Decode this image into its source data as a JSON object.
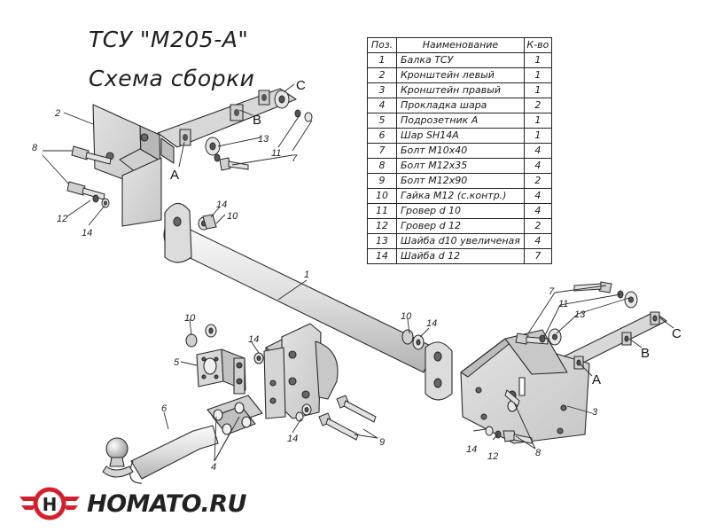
{
  "title": {
    "line1": "ТСУ \"М205-А\"",
    "line2": "Схема сборки"
  },
  "table": {
    "headers": [
      "Поз.",
      "Наименование",
      "К-во"
    ],
    "rows": [
      [
        "1",
        "Балка ТСУ",
        "1"
      ],
      [
        "2",
        "Кронштейн левый",
        "1"
      ],
      [
        "3",
        "Кронштейн правый",
        "1"
      ],
      [
        "4",
        "Прокладка шара",
        "2"
      ],
      [
        "5",
        "Подрозетник А",
        "1"
      ],
      [
        "6",
        "Шар SH14A",
        "1"
      ],
      [
        "7",
        "Болт М10х40",
        "4"
      ],
      [
        "8",
        "Болт М12х35",
        "4"
      ],
      [
        "9",
        "Болт М12х90",
        "2"
      ],
      [
        "10",
        "Гайка М12 (с.контр.)",
        "4"
      ],
      [
        "11",
        "Гровер d 10",
        "4"
      ],
      [
        "12",
        "Гровер d 12",
        "2"
      ],
      [
        "13",
        "Шайба d10 увеличеная",
        "4"
      ],
      [
        "14",
        "Шайба d 12",
        "7"
      ]
    ]
  },
  "callouts": [
    {
      "id": "callout-2",
      "text": "2"
    },
    {
      "id": "callout-8-left",
      "text": "8"
    },
    {
      "id": "callout-12-left",
      "text": "12"
    },
    {
      "id": "callout-14-left",
      "text": "14"
    },
    {
      "id": "callout-A-left",
      "text": "A"
    },
    {
      "id": "callout-B-left",
      "text": "B"
    },
    {
      "id": "callout-C-left",
      "text": "C"
    },
    {
      "id": "callout-13-left",
      "text": "13"
    },
    {
      "id": "callout-11-left",
      "text": "11"
    },
    {
      "id": "callout-7-left",
      "text": "7"
    },
    {
      "id": "callout-14-top",
      "text": "14"
    },
    {
      "id": "callout-10-top",
      "text": "10"
    },
    {
      "id": "callout-1",
      "text": "1"
    },
    {
      "id": "callout-10-mid",
      "text": "10"
    },
    {
      "id": "callout-14-mid",
      "text": "14"
    },
    {
      "id": "callout-10-low",
      "text": "10"
    },
    {
      "id": "callout-14-low",
      "text": "14"
    },
    {
      "id": "callout-5",
      "text": "5"
    },
    {
      "id": "callout-6",
      "text": "6"
    },
    {
      "id": "callout-4",
      "text": "4"
    },
    {
      "id": "callout-14-bottom",
      "text": "14"
    },
    {
      "id": "callout-9",
      "text": "9"
    },
    {
      "id": "callout-7-right",
      "text": "7"
    },
    {
      "id": "callout-11-right",
      "text": "11"
    },
    {
      "id": "callout-13-right",
      "text": "13"
    },
    {
      "id": "callout-C-right",
      "text": "C"
    },
    {
      "id": "callout-B-right",
      "text": "B"
    },
    {
      "id": "callout-A-right",
      "text": "A"
    },
    {
      "id": "callout-3",
      "text": "3"
    },
    {
      "id": "callout-14-right",
      "text": "14"
    },
    {
      "id": "callout-12-right",
      "text": "12"
    },
    {
      "id": "callout-8-right",
      "text": "8"
    }
  ],
  "logo": {
    "text": "HOMATO.RU",
    "emblem_letter": "H",
    "colors": {
      "red": "#d3202f",
      "dark": "#222222"
    }
  }
}
